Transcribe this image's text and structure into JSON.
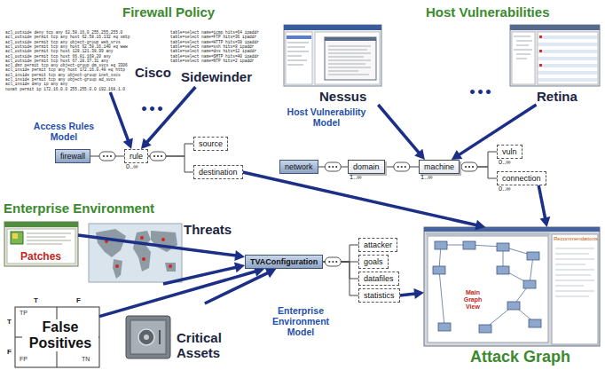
{
  "diagram": {
    "nodes": [
      {
        "text": [
          "acl_outside deny tcp any 62.58.16.0 255.255.255.0",
          "acl_outside permit tcp any host 62.58.16.132 eq smtp",
          "acl_outside permit tcp any object-group web_srvs",
          "acl_outside permit tcp any host 62.58.16.140 eq www",
          "acl_outside permit tcp host 128.121.38.99 any",
          "acl_outside permit tcp host 66.81.168.20 any",
          "acl_outside permit tcp host 67.28.37.31 any",
          "acl_dmz permit tcp any object-group dm_svcs eq 3306",
          "acl_inside permit tcp any host 172.16.0.48 eq http",
          "acl_inside permit tcp any object-group inet_svcs",
          "acl_inside permit tcp any object-group ad_svcs",
          "acl_inside deny ip any any",
          "nonat permit ip 172.16.0.0 255.255.0.0 192.168.1.0",
          "Cisco"
        ]
      },
      {
        "text": [
          "table=select name=icmp hits=64 ipaddr",
          "table=select name=FTP hits=36 ipaddr",
          "table=select name=HTTP hits=38 ipaddr",
          "table=select name=ssh hits=8 ipaddr",
          "table=select name=dns hits=12 ipaddr",
          "table=select name=SMTP hits=40 ipaddr",
          "table=select name=NTP hits=2 ipaddr",
          "Sidewinder"
        ]
      },
      {
        "text": [
          "Nessus"
        ]
      },
      {
        "text": [
          "Retina"
        ]
      },
      {
        "text": [
          "firewall"
        ]
      },
      {
        "text": [
          "rule",
          "0..∞"
        ]
      },
      {
        "text": [
          "source"
        ]
      },
      {
        "text": [
          "destination"
        ]
      },
      {
        "text": [
          "network"
        ]
      },
      {
        "text": [
          "domain",
          "1..∞"
        ]
      },
      {
        "text": [
          "machine",
          "1..∞"
        ]
      },
      {
        "text": [
          "vuln",
          "0..∞"
        ]
      },
      {
        "text": [
          "connection",
          "0..∞"
        ]
      },
      {
        "text": [
          "Patches"
        ]
      },
      {
        "text": [
          "Threats"
        ]
      },
      {
        "text": [
          "False Positives"
        ]
      },
      {
        "text": [
          "Critical Assets"
        ]
      },
      {
        "text": [
          "TVAConfiguration"
        ]
      },
      {
        "text": [
          "attacker"
        ]
      },
      {
        "text": [
          "goals"
        ]
      },
      {
        "text": [
          "datafiles"
        ]
      },
      {
        "text": [
          "statistics"
        ]
      },
      {
        "text": [
          "Main Graph View",
          "Recommendations",
          "Attack Graph"
        ]
      }
    ],
    "edges": [
      {
        "from": 0,
        "to": 5,
        "arrow": "to"
      },
      {
        "from": 1,
        "to": 5,
        "arrow": "to"
      },
      {
        "from": 4,
        "to": 5,
        "arrow": "none"
      },
      {
        "from": 5,
        "to": 6,
        "arrow": "none"
      },
      {
        "from": 5,
        "to": 7,
        "arrow": "none"
      },
      {
        "from": 2,
        "to": 10,
        "arrow": "to"
      },
      {
        "from": 3,
        "to": 10,
        "arrow": "to"
      },
      {
        "from": 8,
        "to": 9,
        "arrow": "none"
      },
      {
        "from": 9,
        "to": 10,
        "arrow": "none"
      },
      {
        "from": 10,
        "to": 11,
        "arrow": "none"
      },
      {
        "from": 10,
        "to": 12,
        "arrow": "none"
      },
      {
        "from": 13,
        "to": 17,
        "arrow": "to"
      },
      {
        "from": 14,
        "to": 17,
        "arrow": "to"
      },
      {
        "from": 15,
        "to": 17,
        "arrow": "to"
      },
      {
        "from": 16,
        "to": 17,
        "arrow": "to"
      },
      {
        "from": 17,
        "to": 18,
        "arrow": "none"
      },
      {
        "from": 17,
        "to": 19,
        "arrow": "none"
      },
      {
        "from": 17,
        "to": 20,
        "arrow": "none"
      },
      {
        "from": 17,
        "to": 21,
        "arrow": "none"
      },
      {
        "from": 7,
        "to": 22,
        "arrow": "to"
      },
      {
        "from": 12,
        "to": 22,
        "arrow": "to"
      },
      {
        "from": 21,
        "to": 22,
        "arrow": "to"
      }
    ],
    "labels": [
      "Firewall Policy",
      "Host Vulnerabilities",
      "•••",
      "•••",
      "Access Rules Model",
      "Host Vulnerability Model",
      "Enterprise Environment",
      "T",
      "F",
      "T",
      "F",
      "TP",
      "FP",
      "TN",
      "Enterprise Environment Model"
    ]
  }
}
